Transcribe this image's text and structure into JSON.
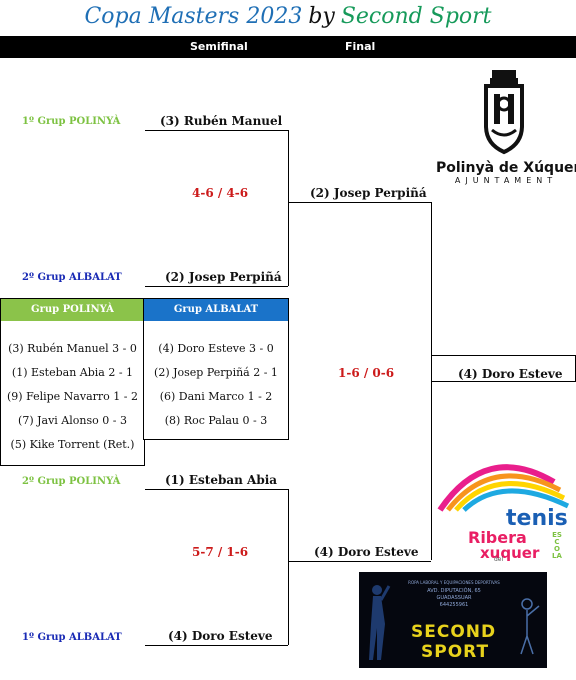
{
  "title": {
    "part1": "Copa Masters 2023",
    "part2": "by",
    "part3": "Second Sport"
  },
  "header": {
    "semifinal": "Semifinal",
    "final": "Final"
  },
  "semifinal_top": {
    "label1": "1º Grup POLINYÀ",
    "player1": "(3) Rubén Manuel",
    "score": "4-6 / 4-6",
    "label2": "2º Grup ALBALAT",
    "player2": "(2) Josep Perpiñá"
  },
  "semifinal_bottom": {
    "label1": "2º Grup POLINYÀ",
    "player1": "(1) Esteban Abia",
    "score": "5-7 / 1-6",
    "label2": "1º Grup ALBALAT",
    "player2": "(4) Doro Esteve"
  },
  "final": {
    "player_top": "(2) Josep Perpiñá",
    "player_bottom": "(4) Doro Esteve",
    "score": "1-6 / 0-6",
    "winner": "(4) Doro Esteve"
  },
  "groups": {
    "polinya": {
      "name": "Grup POLINYÀ",
      "color": "#8bc34a",
      "rows": [
        "(3) Rubén Manuel  3 - 0",
        "(1) Esteban Abia   2 - 1",
        "(9) Felipe Navarro   1 - 2",
        "(7) Javi Alonso   0 - 3",
        "(5) Kike Torrent  (Ret.)"
      ]
    },
    "albalat": {
      "name": "Grup ALBALAT",
      "color": "#1a73c9",
      "rows": [
        "(4) Doro Esteve   3 - 0",
        "(2) Josep Perpiñá   2 - 1",
        "(6) Dani Marco   1 - 2",
        "(8) Roc Palau   0 - 3"
      ]
    }
  },
  "logos": {
    "polinya": {
      "name": "Polinyà de Xúquer",
      "sub": "AJUNTAMENT"
    },
    "tenis": {
      "word": "tenis",
      "line1": "Ribera",
      "line2": "xuquer",
      "escola": "ESCOLA",
      "del": "del"
    },
    "second_sport": {
      "line1": "SECOND",
      "line2": "SPORT",
      "small1": "ROPA LABORAL Y EQUIPACIONES DEPORTIVAS",
      "small2": "AVD. DIPUTACIÓN, 65",
      "small3": "GUADASSUAR",
      "small4": "644255961"
    }
  },
  "colors": {
    "title_blue": "#1f6fb5",
    "title_green": "#169a5a",
    "score_red": "#cc1a1a",
    "label_green": "#7dc242",
    "label_blue": "#1a2bb5"
  }
}
